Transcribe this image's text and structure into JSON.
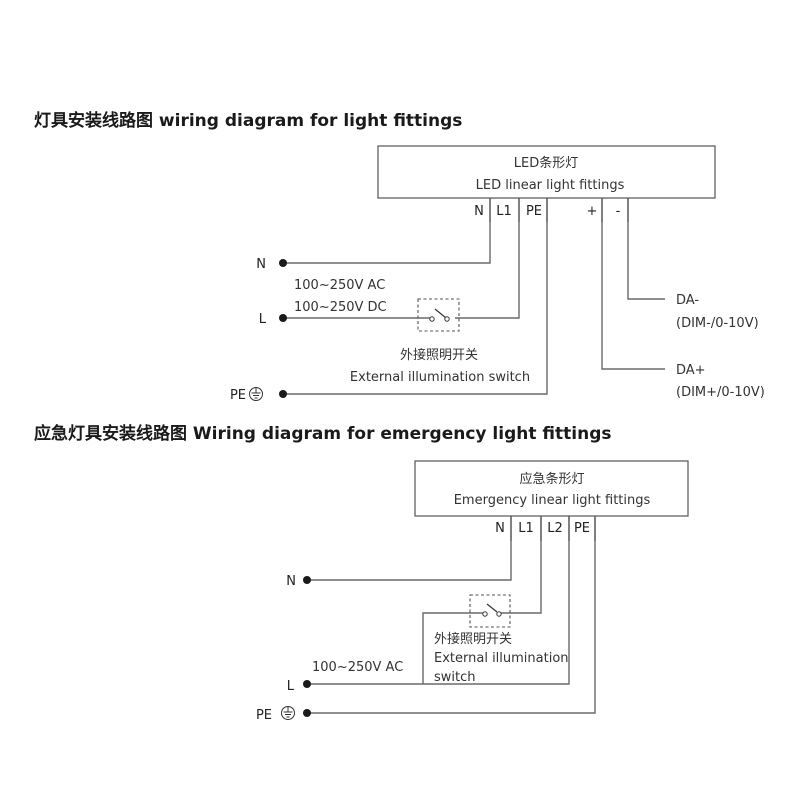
{
  "diagram1": {
    "title": "灯具安装线路图 wiring diagram for light fittings",
    "device": {
      "name_cn": "LED条形灯",
      "name_en": "LED linear light fittings"
    },
    "terminals": [
      "N",
      "L1",
      "PE",
      "+",
      "-"
    ],
    "inputs": {
      "n_label": "N",
      "l_label": "L",
      "pe_label": "PE"
    },
    "voltage": {
      "ac": "100~250V AC",
      "dc": "100~250V DC"
    },
    "switch": {
      "label_cn": "外接照明开关",
      "label_en": "External illumination switch"
    },
    "dimming": {
      "minus_label": "DA-",
      "minus_desc": "(DIM-/0-10V)",
      "plus_label": "DA+",
      "plus_desc": "(DIM+/0-10V)"
    }
  },
  "diagram2": {
    "title": "应急灯具安装线路图 Wiring diagram for emergency light fittings",
    "device": {
      "name_cn": "应急条形灯",
      "name_en": "Emergency linear light fittings"
    },
    "terminals": [
      "N",
      "L1",
      "L2",
      "PE"
    ],
    "inputs": {
      "n_label": "N",
      "l_label": "L",
      "pe_label": "PE"
    },
    "voltage": {
      "ac": "100~250V AC"
    },
    "switch": {
      "label_cn": "外接照明开关",
      "label_en_line1": "External illumination",
      "label_en_line2": "switch"
    }
  }
}
